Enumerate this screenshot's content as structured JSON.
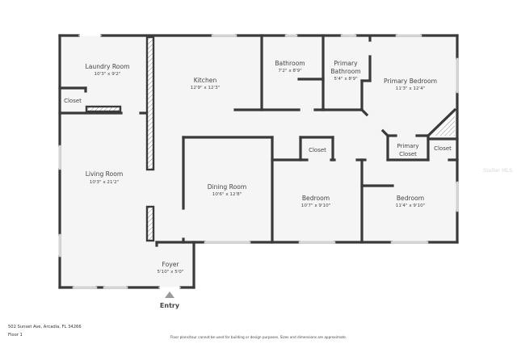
{
  "plan": {
    "address": "502 Sunset Ave, Arcadia, FL 34266",
    "floor": "Floor 1",
    "disclaimer": "Floor plans/tour cannot be used for building or design purposes. Sizes and dimensions are approximate.",
    "watermark": "Stellar MLS",
    "entry_label": "Entry"
  },
  "rooms": {
    "laundry": {
      "name": "Laundry Room",
      "dim": "10'3\" x 9'2\""
    },
    "laundry_closet": {
      "name": "Closet"
    },
    "kitchen": {
      "name": "Kitchen",
      "dim": "12'9\" x 12'3\""
    },
    "bathroom": {
      "name": "Bathroom",
      "dim": "7'2\" x 8'9\""
    },
    "primary_bathroom": {
      "name_line1": "Primary",
      "name_line2": "Bathroom",
      "dim": "5'4\" x 8'9\""
    },
    "primary_bedroom": {
      "name": "Primary Bedroom",
      "dim": "11'3\" x 12'4\""
    },
    "living": {
      "name": "Living Room",
      "dim": "10'3\" x 21'2\""
    },
    "dining": {
      "name": "Dining Room",
      "dim": "10'6\" x 12'8\""
    },
    "hall_closet": {
      "name": "Closet"
    },
    "bedroom1": {
      "name": "Bedroom",
      "dim": "10'7\" x 9'10\""
    },
    "primary_closet": {
      "name_line1": "Primary",
      "name_line2": "Closet"
    },
    "closet_right": {
      "name": "Closet"
    },
    "bedroom2": {
      "name": "Bedroom",
      "dim": "11'4\" x 9'10\""
    },
    "foyer": {
      "name": "Foyer",
      "dim": "5'10\" x 5'0\""
    }
  },
  "colors": {
    "wall": "#3a3a3a",
    "floor": "#f5f5f5",
    "window": "#d9d9d9",
    "text": "#444444"
  }
}
